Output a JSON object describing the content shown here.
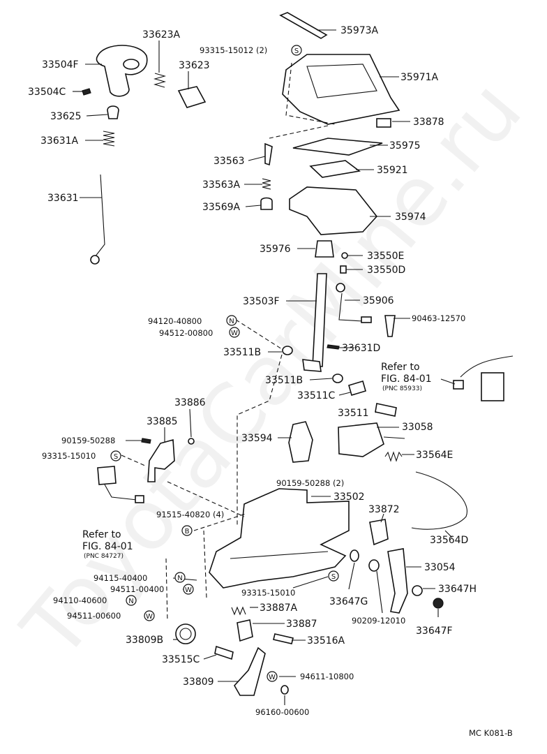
{
  "watermark": "ToyotaCarMine.ru",
  "footer": "MC  K081-B",
  "labels": {
    "p35973A": "35973A",
    "p33623A": "33623A",
    "p93315_15012": "93315-15012 (2)",
    "p33504F": "33504F",
    "p33623": "33623",
    "p35971A": "35971A",
    "p33504C": "33504C",
    "p33625": "33625",
    "p33878": "33878",
    "p33631A": "33631A",
    "p35975": "35975",
    "p33563": "33563",
    "p35921": "35921",
    "p33631": "33631",
    "p33563A": "33563A",
    "p33569A": "33569A",
    "p35974": "35974",
    "p35976": "35976",
    "p33550E": "33550E",
    "p33550D": "33550D",
    "p33503F": "33503F",
    "p35906": "35906",
    "p94120_40800": "94120-40800",
    "p90463_12570": "90463-12570",
    "p94512_00800": "94512-00800",
    "p33511B_top": "33511B",
    "p33631D": "33631D",
    "p33511B": "33511B",
    "p33511C": "33511C",
    "p33886": "33886",
    "p33511": "33511",
    "p33885": "33885",
    "p33058": "33058",
    "p90159_50288": "90159-50288",
    "p33594": "33594",
    "p93315_15010_left": "93315-15010",
    "p33564E": "33564E",
    "p90159_50288_2": "90159-50288 (2)",
    "p33502": "33502",
    "p91515_40820": "91515-40820 (4)",
    "p33872": "33872",
    "p33564D": "33564D",
    "p33054": "33054",
    "p94115_40400": "94115-40400",
    "p94511_00400": "94511-00400",
    "p93315_15010": "93315-15010",
    "p33647H": "33647H",
    "p94110_40600": "94110-40600",
    "p33887A": "33887A",
    "p33647G": "33647G",
    "p94511_00600": "94511-00600",
    "p90209_12010": "90209-12010",
    "p33887": "33887",
    "p33647F": "33647F",
    "p33809B": "33809B",
    "p33516A": "33516A",
    "p33515C": "33515C",
    "p94611_10800": "94611-10800",
    "p33809": "33809",
    "p96160_00600": "96160-00600"
  },
  "refs": {
    "ref1_line1": "Refer to",
    "ref1_line2": "FIG. 84-01",
    "ref1_line3": "(PNC 85933)",
    "ref2_line1": "Refer to",
    "ref2_line2": "FIG. 84-01",
    "ref2_line3": "(PNC 84727)"
  },
  "symbols": {
    "S": "S",
    "N": "N",
    "W": "W",
    "B": "B"
  }
}
